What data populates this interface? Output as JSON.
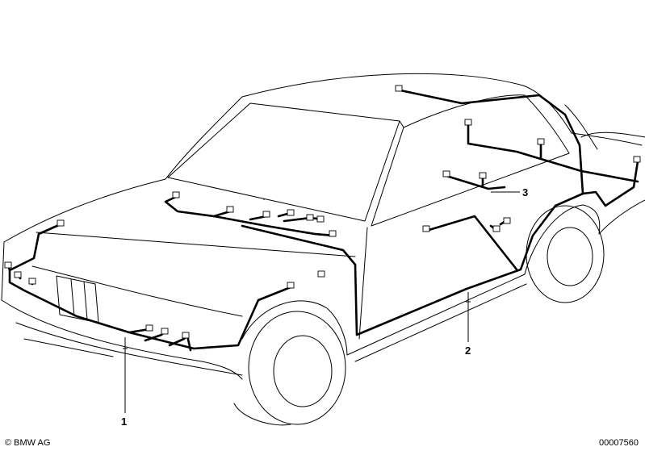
{
  "callouts": {
    "one": "1",
    "two": "2",
    "three": "3"
  },
  "footer": {
    "copyright": "© BMW AG",
    "doc_number": "00007560"
  },
  "colors": {
    "line": "#000000",
    "background": "#ffffff"
  }
}
